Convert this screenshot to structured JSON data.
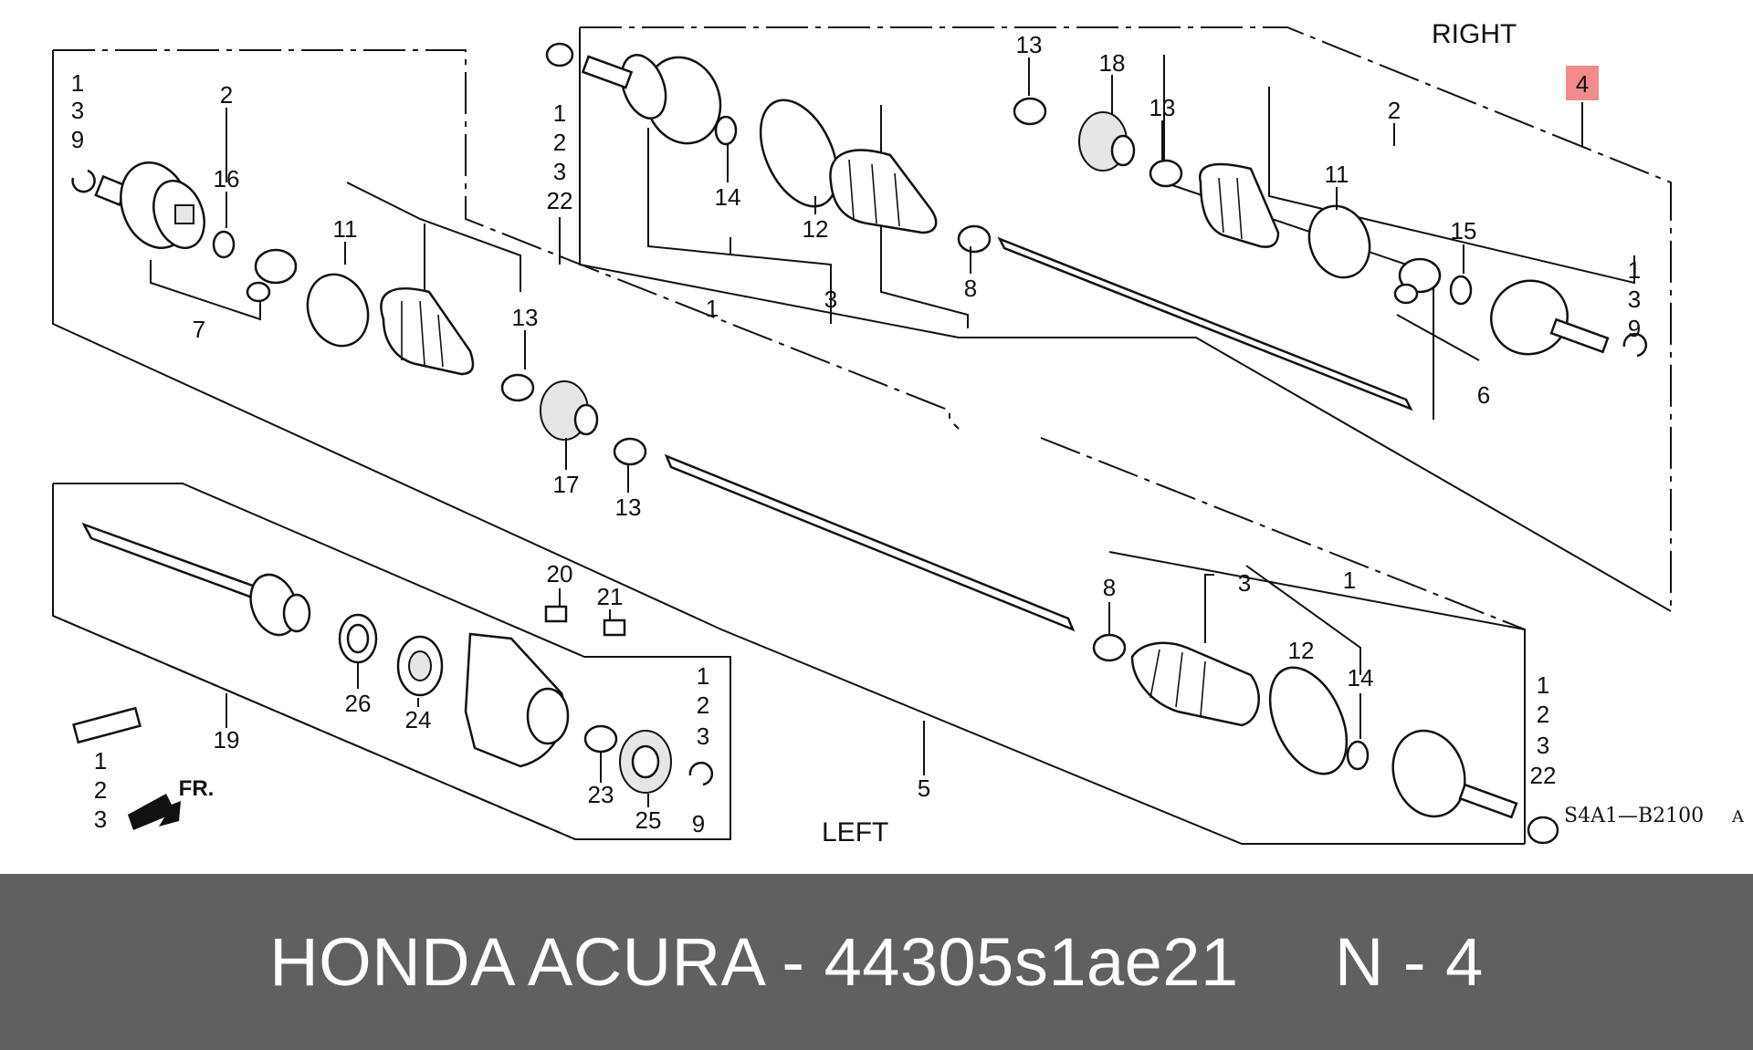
{
  "diagram": {
    "sides": {
      "right": "RIGHT",
      "left": "LEFT"
    },
    "front_mark": "FR.",
    "ref_code": "S4A1—B2100",
    "ref_suffix": "A",
    "highlight_color": "#f28b8b",
    "callouts": {
      "top_left_stack": [
        "1",
        "3",
        "9"
      ],
      "left_2": "2",
      "left_16": "16",
      "left_7": "7",
      "left_11": "11",
      "left_13a": "13",
      "left_17": "17",
      "left_13b": "13",
      "top_shaft_stack": [
        "1",
        "2",
        "3",
        "22"
      ],
      "top_14": "14",
      "top_12": "12",
      "top_1": "1",
      "top_3": "3",
      "top_8": "8",
      "right_13a": "13",
      "right_18": "18",
      "right_13b": "13",
      "right_11": "11",
      "right_2": "2",
      "right_4": "4",
      "right_15": "15",
      "right_stack": [
        "1",
        "3",
        "9"
      ],
      "right_6": "6",
      "lower_8": "8",
      "lower_3": "3",
      "lower_1": "1",
      "lower_12": "12",
      "lower_14": "14",
      "lower_stack": [
        "1",
        "2",
        "3",
        "22"
      ],
      "mid_5": "5",
      "bottom_20": "20",
      "bottom_21": "21",
      "bottom_26": "26",
      "bottom_24": "24",
      "bottom_19": "19",
      "bottom_23": "23",
      "bottom_25": "25",
      "bottom_stack": [
        "1",
        "2",
        "3",
        "9"
      ],
      "grease_stack": [
        "1",
        "2",
        "3"
      ]
    }
  },
  "footer": {
    "text": "HONDA ACURA - 44305s1ae21     N - 4"
  }
}
